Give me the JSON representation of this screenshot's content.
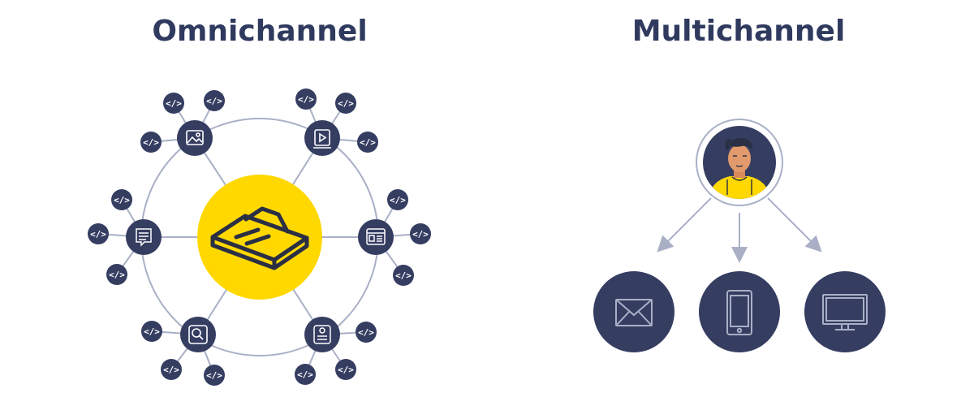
{
  "omnichannel": {
    "title": "Omnichannel",
    "hub_icon": "platform-stack-icon",
    "channel_icons": [
      "image-icon",
      "video-icon",
      "web-page-icon",
      "profile-card-icon",
      "search-icon",
      "chat-icon"
    ],
    "endpoint_label": "</>"
  },
  "multichannel": {
    "title": "Multichannel",
    "source_icon": "user-avatar",
    "channel_icons": [
      "envelope-icon",
      "smartphone-icon",
      "monitor-icon"
    ]
  },
  "colors": {
    "navy": "#353d61",
    "yellow": "#ffd800",
    "line": "#a9b0c6",
    "title": "#2f3a5e"
  }
}
